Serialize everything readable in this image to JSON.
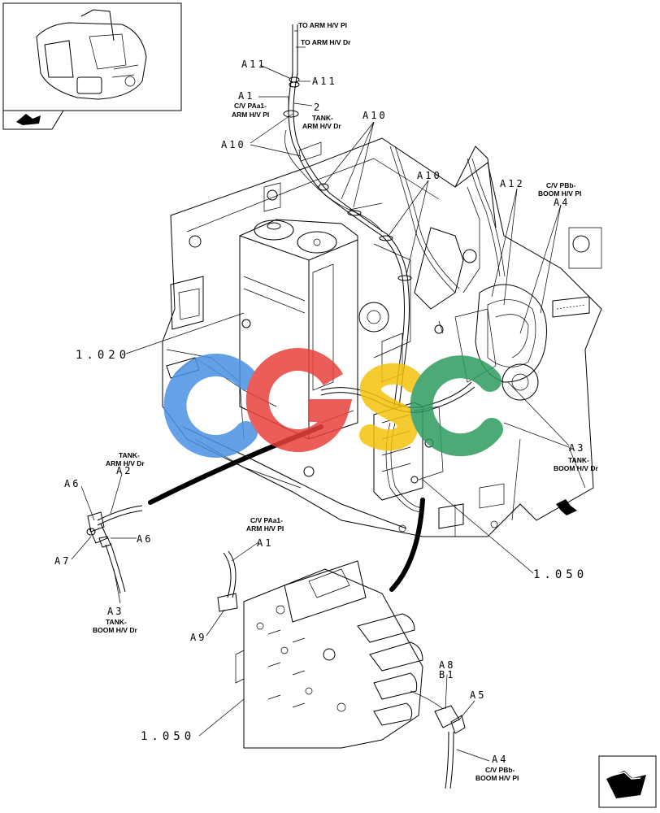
{
  "labels": {
    "to_arm_pi": "TO ARM H/V PI",
    "to_arm_dr": "TO ARM H/V Dr",
    "cv_paa1_top": "C/V PAa1-",
    "arm_hv_pi_top": "ARM H/V PI",
    "tank_arm_top_1": "TANK-",
    "tank_arm_top_2": "ARM H/V Dr",
    "cv_pbb_top_1": "C/V PBb-",
    "cv_pbb_top_2": "BOOM H/V PI",
    "tank_boom_right_1": "TANK-",
    "tank_boom_right_2": "BOOM H/V Dr",
    "tank_arm_left_1": "TANK-",
    "tank_arm_left_2": "ARM H/V Dr",
    "tank_boom_left_1": "TANK-",
    "tank_boom_left_2": "BOOM H/V Dr",
    "cv_paa1_mid_1": "C/V PAa1-",
    "cv_paa1_mid_2": "ARM H/V PI",
    "cv_pbb_bottom_1": "C/V PBb-",
    "cv_pbb_bottom_2": "BOOM H/V PI"
  },
  "callouts": {
    "a11_top": "A11",
    "a11_right": "A11",
    "a1_top": "A1",
    "two": "2",
    "a10_left": "A10",
    "a10_upper": "A10",
    "a10_right": "A10",
    "a12": "A12",
    "a4_top": "A4",
    "a3_right": "A3",
    "ref_1020": "1.020",
    "ref_1050_right": "1.050",
    "ref_1050_bottom": "1.050",
    "a2_left": "A2",
    "a6_left": "A6",
    "a6_right": "A6",
    "a7": "A7",
    "a3_left": "A3",
    "a1_mid": "A1",
    "a9": "A9",
    "a8": "A8",
    "b1": "B1",
    "a5": "A5",
    "a4_bottom": "A4"
  },
  "watermark": {
    "letters": [
      "C",
      "G",
      "S",
      "C"
    ],
    "colors": [
      "#4a90e2",
      "#e8413c",
      "#f4c20d",
      "#2e9b5e"
    ]
  }
}
